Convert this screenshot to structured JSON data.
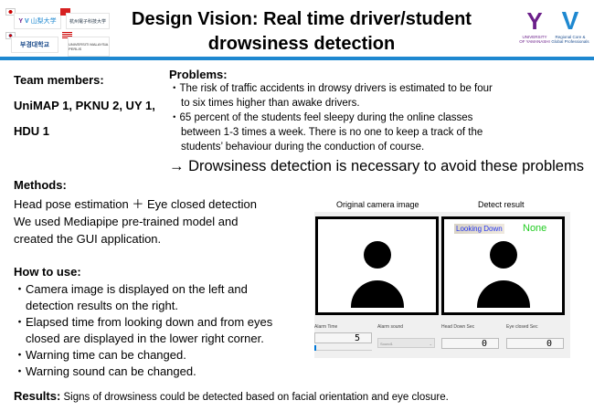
{
  "header": {
    "title_line1": "Design Vision: Real time driver/student",
    "title_line2": "drowsiness detection",
    "logos": [
      "山梨大学",
      "杭州電子科技大学",
      "부경대학교",
      "UNIVERSITI MALAYSIA PERLIS",
      "UNIVERSITY OF YAMANASHI",
      "Regional Core & Global Professionals"
    ],
    "accent": "#1e88d0"
  },
  "team": {
    "heading": "Team members:",
    "line1": "UniMAP 1, PKNU 2, UY 1,",
    "line2": "HDU 1"
  },
  "problems": {
    "heading": "Problems:",
    "bullets": [
      [
        "・The risk of traffic accidents in drowsy drivers is estimated to be four",
        "to six times higher than awake drivers."
      ],
      [
        "・65 percent of the students feel sleepy during the online classes",
        "between 1-3 times a week. There is no one to keep a track of the",
        "students’ behaviour during the conduction of course."
      ]
    ],
    "conclusion": "→ Drowsiness detection is necessary to avoid these problems"
  },
  "methods": {
    "heading": "Methods:",
    "line1": "Head pose estimation ＋ Eye closed detection",
    "line2": "We used Mediapipe pre-trained model and",
    "line3": "created the GUI application."
  },
  "howto": {
    "heading": "How to use:",
    "bullets": [
      [
        "・Camera image is displayed on the left and",
        "detection results on the right."
      ],
      [
        "・Elapsed time from looking down and from eyes",
        "closed are displayed in the lower right corner."
      ],
      [
        "・Warning time can be changed."
      ],
      [
        "・Warning sound can be changed."
      ]
    ]
  },
  "gui": {
    "original_label": "Original camera image",
    "detect_label": "Detect result",
    "looking_down": "Looking Down",
    "none": "None",
    "alarm_time_label": "Alarm Time",
    "alarm_time_value": "5",
    "alarm_sound_label": "Alarm sound",
    "alarm_sound_value": "Sound1",
    "head_down_label": "Head Down Sec",
    "head_down_value": "0",
    "eye_closed_label": "Eye closed Sec",
    "eye_closed_value": "0"
  },
  "results": {
    "label": "Results:",
    "text": " Signs of drowsiness could be detected based on facial orientation and eye closure."
  }
}
